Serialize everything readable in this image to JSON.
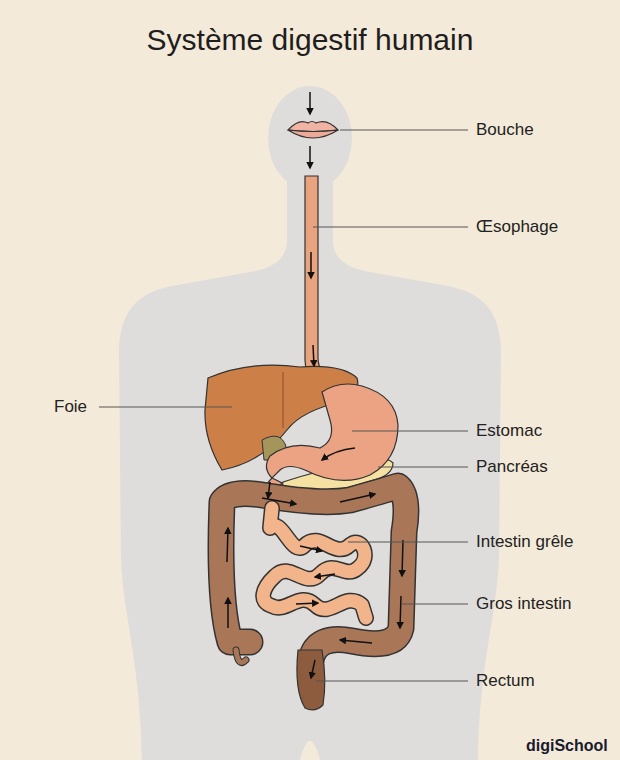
{
  "diagram": {
    "title": "Système digestif humain",
    "labels": [
      "Bouche",
      "Œsophage",
      "Foie",
      "Estomac",
      "Pancréas",
      "Intestin grêle",
      "Gros intestin",
      "Rectum",
      "digiSchool"
    ]
  }
}
